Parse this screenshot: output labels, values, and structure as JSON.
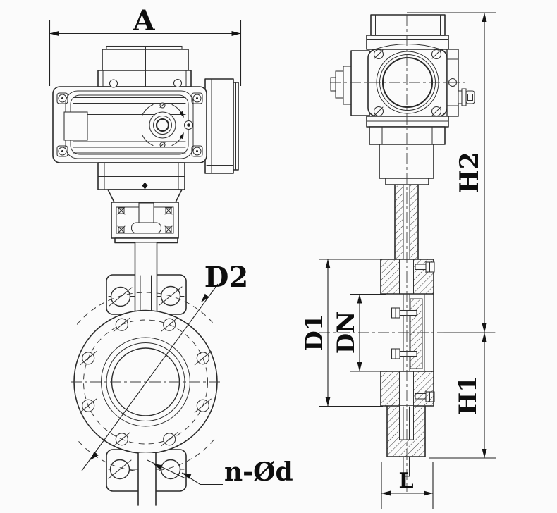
{
  "title": "Wafer butterfly valve with electric actuator - dimensional drawing",
  "labels": {
    "a": "A",
    "d2": "D2",
    "n_od": "n-Ød",
    "h2": "H2",
    "h1": "H1",
    "d1": "D1",
    "dn": "DN",
    "l": "L"
  },
  "colors": {
    "line": "#2b2b2b",
    "background": "#fbfbfb",
    "text": "#0e0e0e"
  }
}
